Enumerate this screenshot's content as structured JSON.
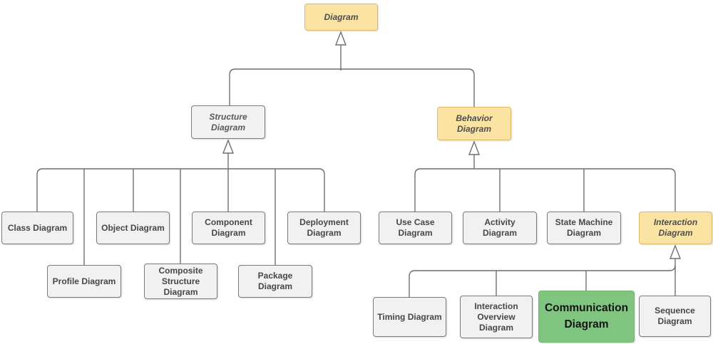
{
  "nodes": {
    "diagram": {
      "label": "Diagram"
    },
    "structure": {
      "label": "Structure Diagram"
    },
    "behavior": {
      "label": "Behavior Diagram"
    },
    "class": {
      "label": "Class Diagram"
    },
    "object": {
      "label": "Object Diagram"
    },
    "component": {
      "label": "Component Diagram"
    },
    "deployment": {
      "label": "Deployment Diagram"
    },
    "profile": {
      "label": "Profile Diagram"
    },
    "composite": {
      "label": "Composite Structure Diagram"
    },
    "package": {
      "label": "Package Diagram"
    },
    "usecase": {
      "label": "Use Case Diagram"
    },
    "activity": {
      "label": "Activity Diagram"
    },
    "statemachine": {
      "label": "State Machine Diagram"
    },
    "interaction": {
      "label": "Interaction Diagram"
    },
    "timing": {
      "label": "Timing Diagram"
    },
    "interaction_overview": {
      "label": "Interaction Overview Diagram"
    },
    "communication": {
      "label": "Communication Diagram"
    },
    "sequence": {
      "label": "Sequence Diagram"
    }
  },
  "hierarchy": {
    "Diagram": [
      "Structure Diagram",
      "Behavior Diagram"
    ],
    "Structure Diagram": [
      "Class Diagram",
      "Profile Diagram",
      "Object Diagram",
      "Composite Structure Diagram",
      "Component Diagram",
      "Package Diagram",
      "Deployment Diagram"
    ],
    "Behavior Diagram": [
      "Use Case Diagram",
      "Activity Diagram",
      "State Machine Diagram",
      "Interaction Diagram"
    ],
    "Interaction Diagram": [
      "Timing Diagram",
      "Interaction Overview Diagram",
      "Communication Diagram",
      "Sequence Diagram"
    ]
  },
  "style_info": {
    "edge_style": "hollow-triangle generalization arrows pointing to parent",
    "highlight_node": "Communication Diagram",
    "colors": {
      "yellow_fill": "#fbe3a3",
      "yellow_border": "#dcb968",
      "green_fill": "#80c57f",
      "gray_fill": "#f1f1f1",
      "gray_border": "#7a7a7a",
      "line": "#6e6e6e"
    }
  }
}
